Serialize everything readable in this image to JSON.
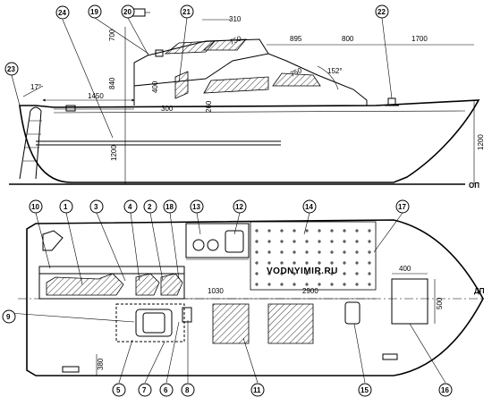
{
  "side_view": {
    "dimensions": {
      "d310": "310",
      "d750a": "750",
      "d895": "895",
      "d800": "800",
      "d1700": "1700",
      "d700": "700",
      "d840": "840",
      "d400": "400",
      "d300": "300",
      "d260": "260",
      "d1450": "1450",
      "d750b": "750",
      "d152": "152°",
      "d17": "17°",
      "d1200a": "1200",
      "d1200b": "1200"
    },
    "baseline_label": "ОП",
    "callouts": {
      "c19": "19",
      "c20": "20",
      "c21": "21",
      "c22": "22",
      "c23": "23",
      "c24": "24"
    }
  },
  "plan_view": {
    "dimensions": {
      "d1030": "1030",
      "d2900": "2900",
      "d400": "400",
      "d500": "500",
      "d380": "380"
    },
    "centerline_label": "ДП",
    "watermark": "VODNYIMIR.RU",
    "callouts_top": [
      "10",
      "1",
      "3",
      "4",
      "2",
      "18",
      "13",
      "12",
      "14",
      "17"
    ],
    "callouts_bottom": [
      "5",
      "7",
      "6",
      "8",
      "11",
      "15",
      "16"
    ],
    "callout_9": "9"
  }
}
